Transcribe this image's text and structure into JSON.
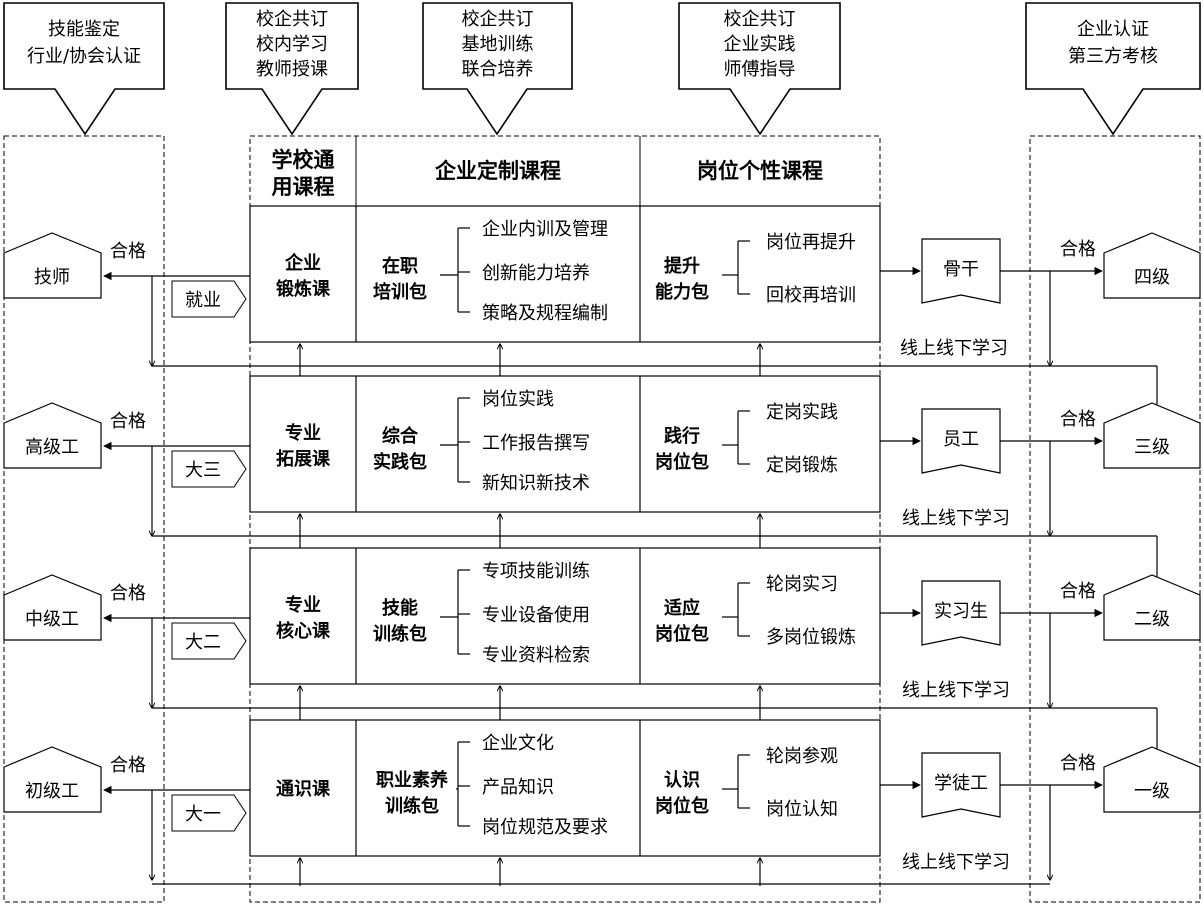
{
  "top_callouts": [
    [
      "技能鉴定",
      "行业/协会认证"
    ],
    [
      "校企共订",
      "校内学习",
      "教师授课"
    ],
    [
      "校企共订",
      "基地训练",
      "联合培养"
    ],
    [
      "校企共订",
      "企业实践",
      "师傅指导"
    ],
    [
      "企业认证",
      "第三方考核"
    ]
  ],
  "columns": {
    "school_general": [
      "学校通",
      "用课程"
    ],
    "enterprise_custom": "企业定制课程",
    "post_personal": "岗位个性课程"
  },
  "pass_label": "合格",
  "online_label": "线上线下学习",
  "levels": [
    {
      "left_title": "技师",
      "stage": "就业",
      "course": [
        "企业",
        "锻炼课"
      ],
      "package": [
        "在职",
        "培训包"
      ],
      "pkg_items": [
        "企业内训及管理",
        "创新能力培养",
        "策略及规程编制"
      ],
      "post_pkg": [
        "提升",
        "能力包"
      ],
      "post_items": [
        "岗位再提升",
        "回校再培训"
      ],
      "role": "骨干",
      "cert": "四级"
    },
    {
      "left_title": "高级工",
      "stage": "大三",
      "course": [
        "专业",
        "拓展课"
      ],
      "package": [
        "综合",
        "实践包"
      ],
      "pkg_items": [
        "岗位实践",
        "工作报告撰写",
        "新知识新技术"
      ],
      "post_pkg": [
        "践行",
        "岗位包"
      ],
      "post_items": [
        "定岗实践",
        "定岗锻炼"
      ],
      "role": "员工",
      "cert": "三级"
    },
    {
      "left_title": "中级工",
      "stage": "大二",
      "course": [
        "专业",
        "核心课"
      ],
      "package": [
        "技能",
        "训练包"
      ],
      "pkg_items": [
        "专项技能训练",
        "专业设备使用",
        "专业资料检索"
      ],
      "post_pkg": [
        "适应",
        "岗位包"
      ],
      "post_items": [
        "轮岗实习",
        "多岗位锻炼"
      ],
      "role": "实习生",
      "cert": "二级"
    },
    {
      "left_title": "初级工",
      "stage": "大一",
      "course": [
        "通识课"
      ],
      "package": [
        "职业素养",
        "训练包"
      ],
      "pkg_items": [
        "企业文化",
        "产品知识",
        "岗位规范及要求"
      ],
      "post_pkg": [
        "认识",
        "岗位包"
      ],
      "post_items": [
        "轮岗参观",
        "岗位认知"
      ],
      "role": "学徒工",
      "cert": "一级"
    }
  ]
}
